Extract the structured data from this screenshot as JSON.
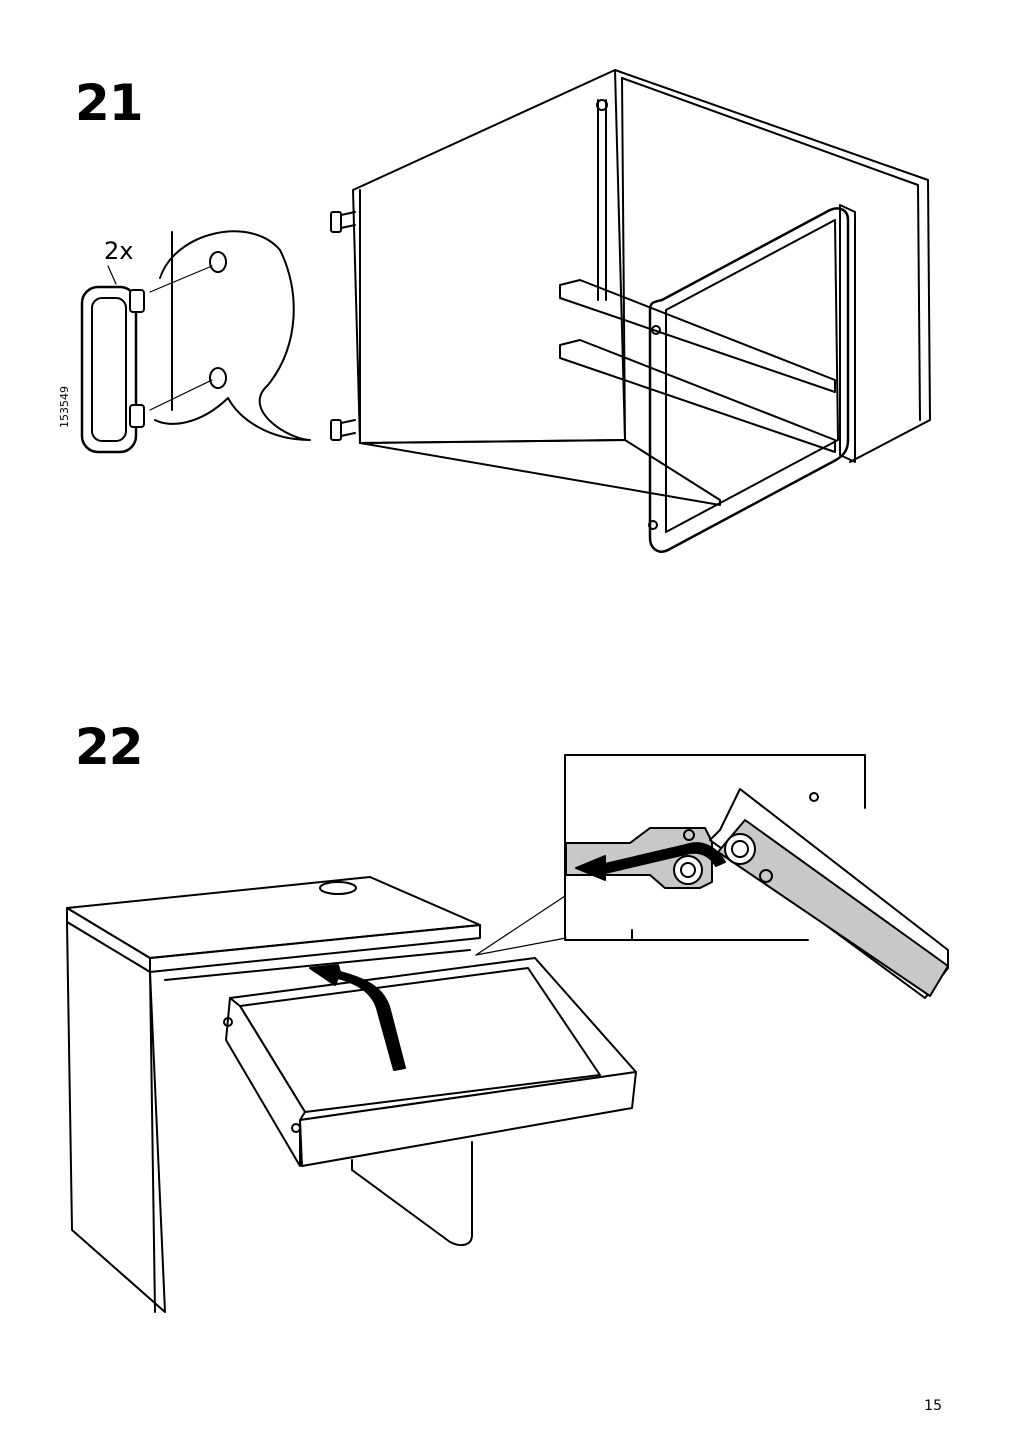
{
  "page": {
    "number": "15"
  },
  "steps": [
    {
      "number": "21",
      "quantity": "2x",
      "part_number": "153549"
    },
    {
      "number": "22"
    }
  ],
  "colors": {
    "line": "#000000",
    "part_fill": "#c8c8c8",
    "background": "#ffffff"
  }
}
